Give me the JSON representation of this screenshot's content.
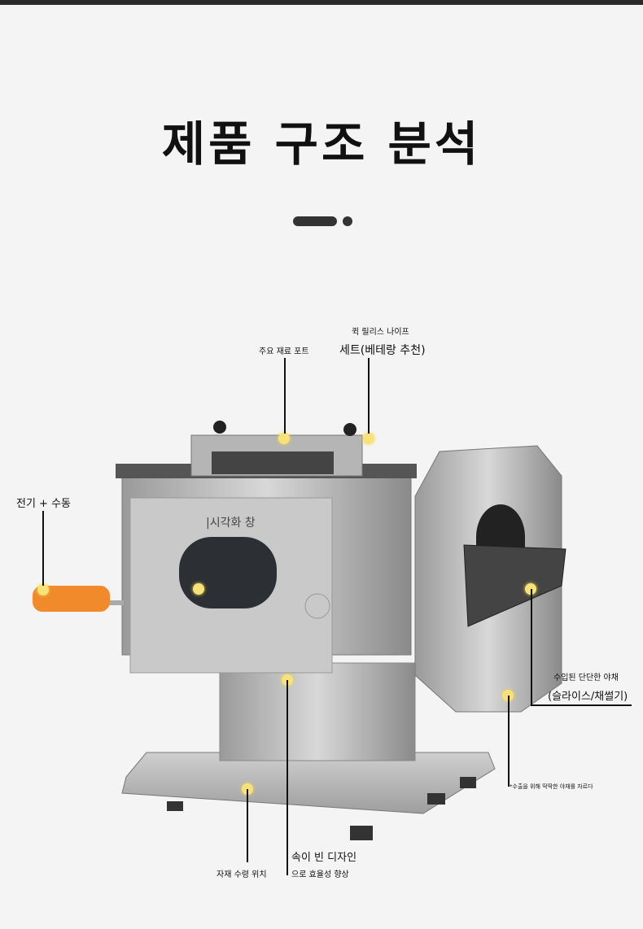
{
  "title": "제품 구조 분석",
  "callouts": {
    "main_port": "주요 재료 포트",
    "knife_line1": "퀵 릴리스 나이프",
    "knife_line2": "세트(베테랑 추천)",
    "power": "전기 + 수동",
    "window": "|시각화 창",
    "veg_line1": "수입된 단단한 야채",
    "veg_line2": "(슬라이스/채썰기)",
    "export_note": "*수출을 위해 딱딱한 야채를 자르다",
    "material": "자재 수령 위치",
    "hollow_line1": "속이 빈 디자인",
    "hollow_line2": "으로 효율성 향상"
  }
}
